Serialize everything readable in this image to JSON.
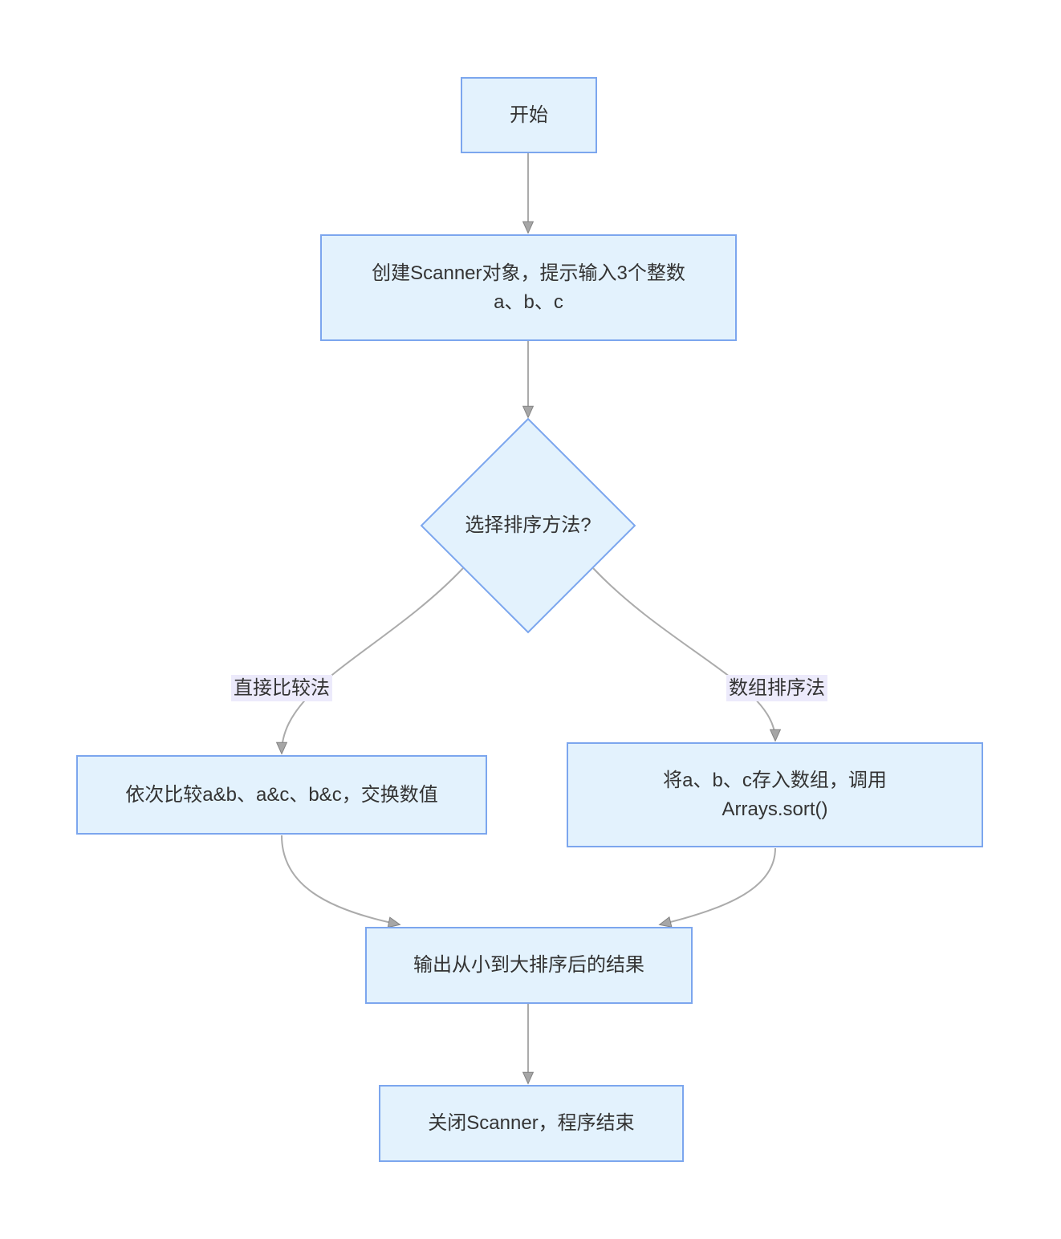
{
  "diagram": {
    "type": "flowchart-top-down",
    "nodes": [
      {
        "id": "start",
        "shape": "rectangle",
        "lines": [
          "开始"
        ]
      },
      {
        "id": "input",
        "shape": "rectangle",
        "lines": [
          "创建Scanner对象，提示输入3个整数",
          "a、b、c"
        ]
      },
      {
        "id": "decision",
        "shape": "diamond",
        "lines": [
          "选择排序方法?"
        ]
      },
      {
        "id": "compare",
        "shape": "rectangle",
        "lines": [
          "依次比较a&b、a&c、b&c，交换数值"
        ]
      },
      {
        "id": "array-sort",
        "shape": "rectangle",
        "lines": [
          "将a、b、c存入数组，调用",
          "Arrays.sort()"
        ]
      },
      {
        "id": "output",
        "shape": "rectangle",
        "lines": [
          "输出从小到大排序后的结果"
        ]
      },
      {
        "id": "end",
        "shape": "rectangle",
        "lines": [
          "关闭Scanner，程序结束"
        ]
      }
    ],
    "edges": [
      {
        "from": "start",
        "to": "input",
        "label": ""
      },
      {
        "from": "input",
        "to": "decision",
        "label": ""
      },
      {
        "from": "decision",
        "to": "compare",
        "label": "直接比较法"
      },
      {
        "from": "decision",
        "to": "array-sort",
        "label": "数组排序法"
      },
      {
        "from": "compare",
        "to": "output",
        "label": ""
      },
      {
        "from": "array-sort",
        "to": "output",
        "label": ""
      },
      {
        "from": "output",
        "to": "end",
        "label": ""
      }
    ],
    "colors": {
      "background": "#FFFFFF",
      "node_fill": "#E3F2FD",
      "node_border": "#7CA6EE",
      "edge_line": "#ABABAB",
      "arrow_fill": "#A6A6A6",
      "arrow_stroke": "#838383",
      "edge_label_bg": "#ECEAFB",
      "text": "#333333"
    }
  }
}
